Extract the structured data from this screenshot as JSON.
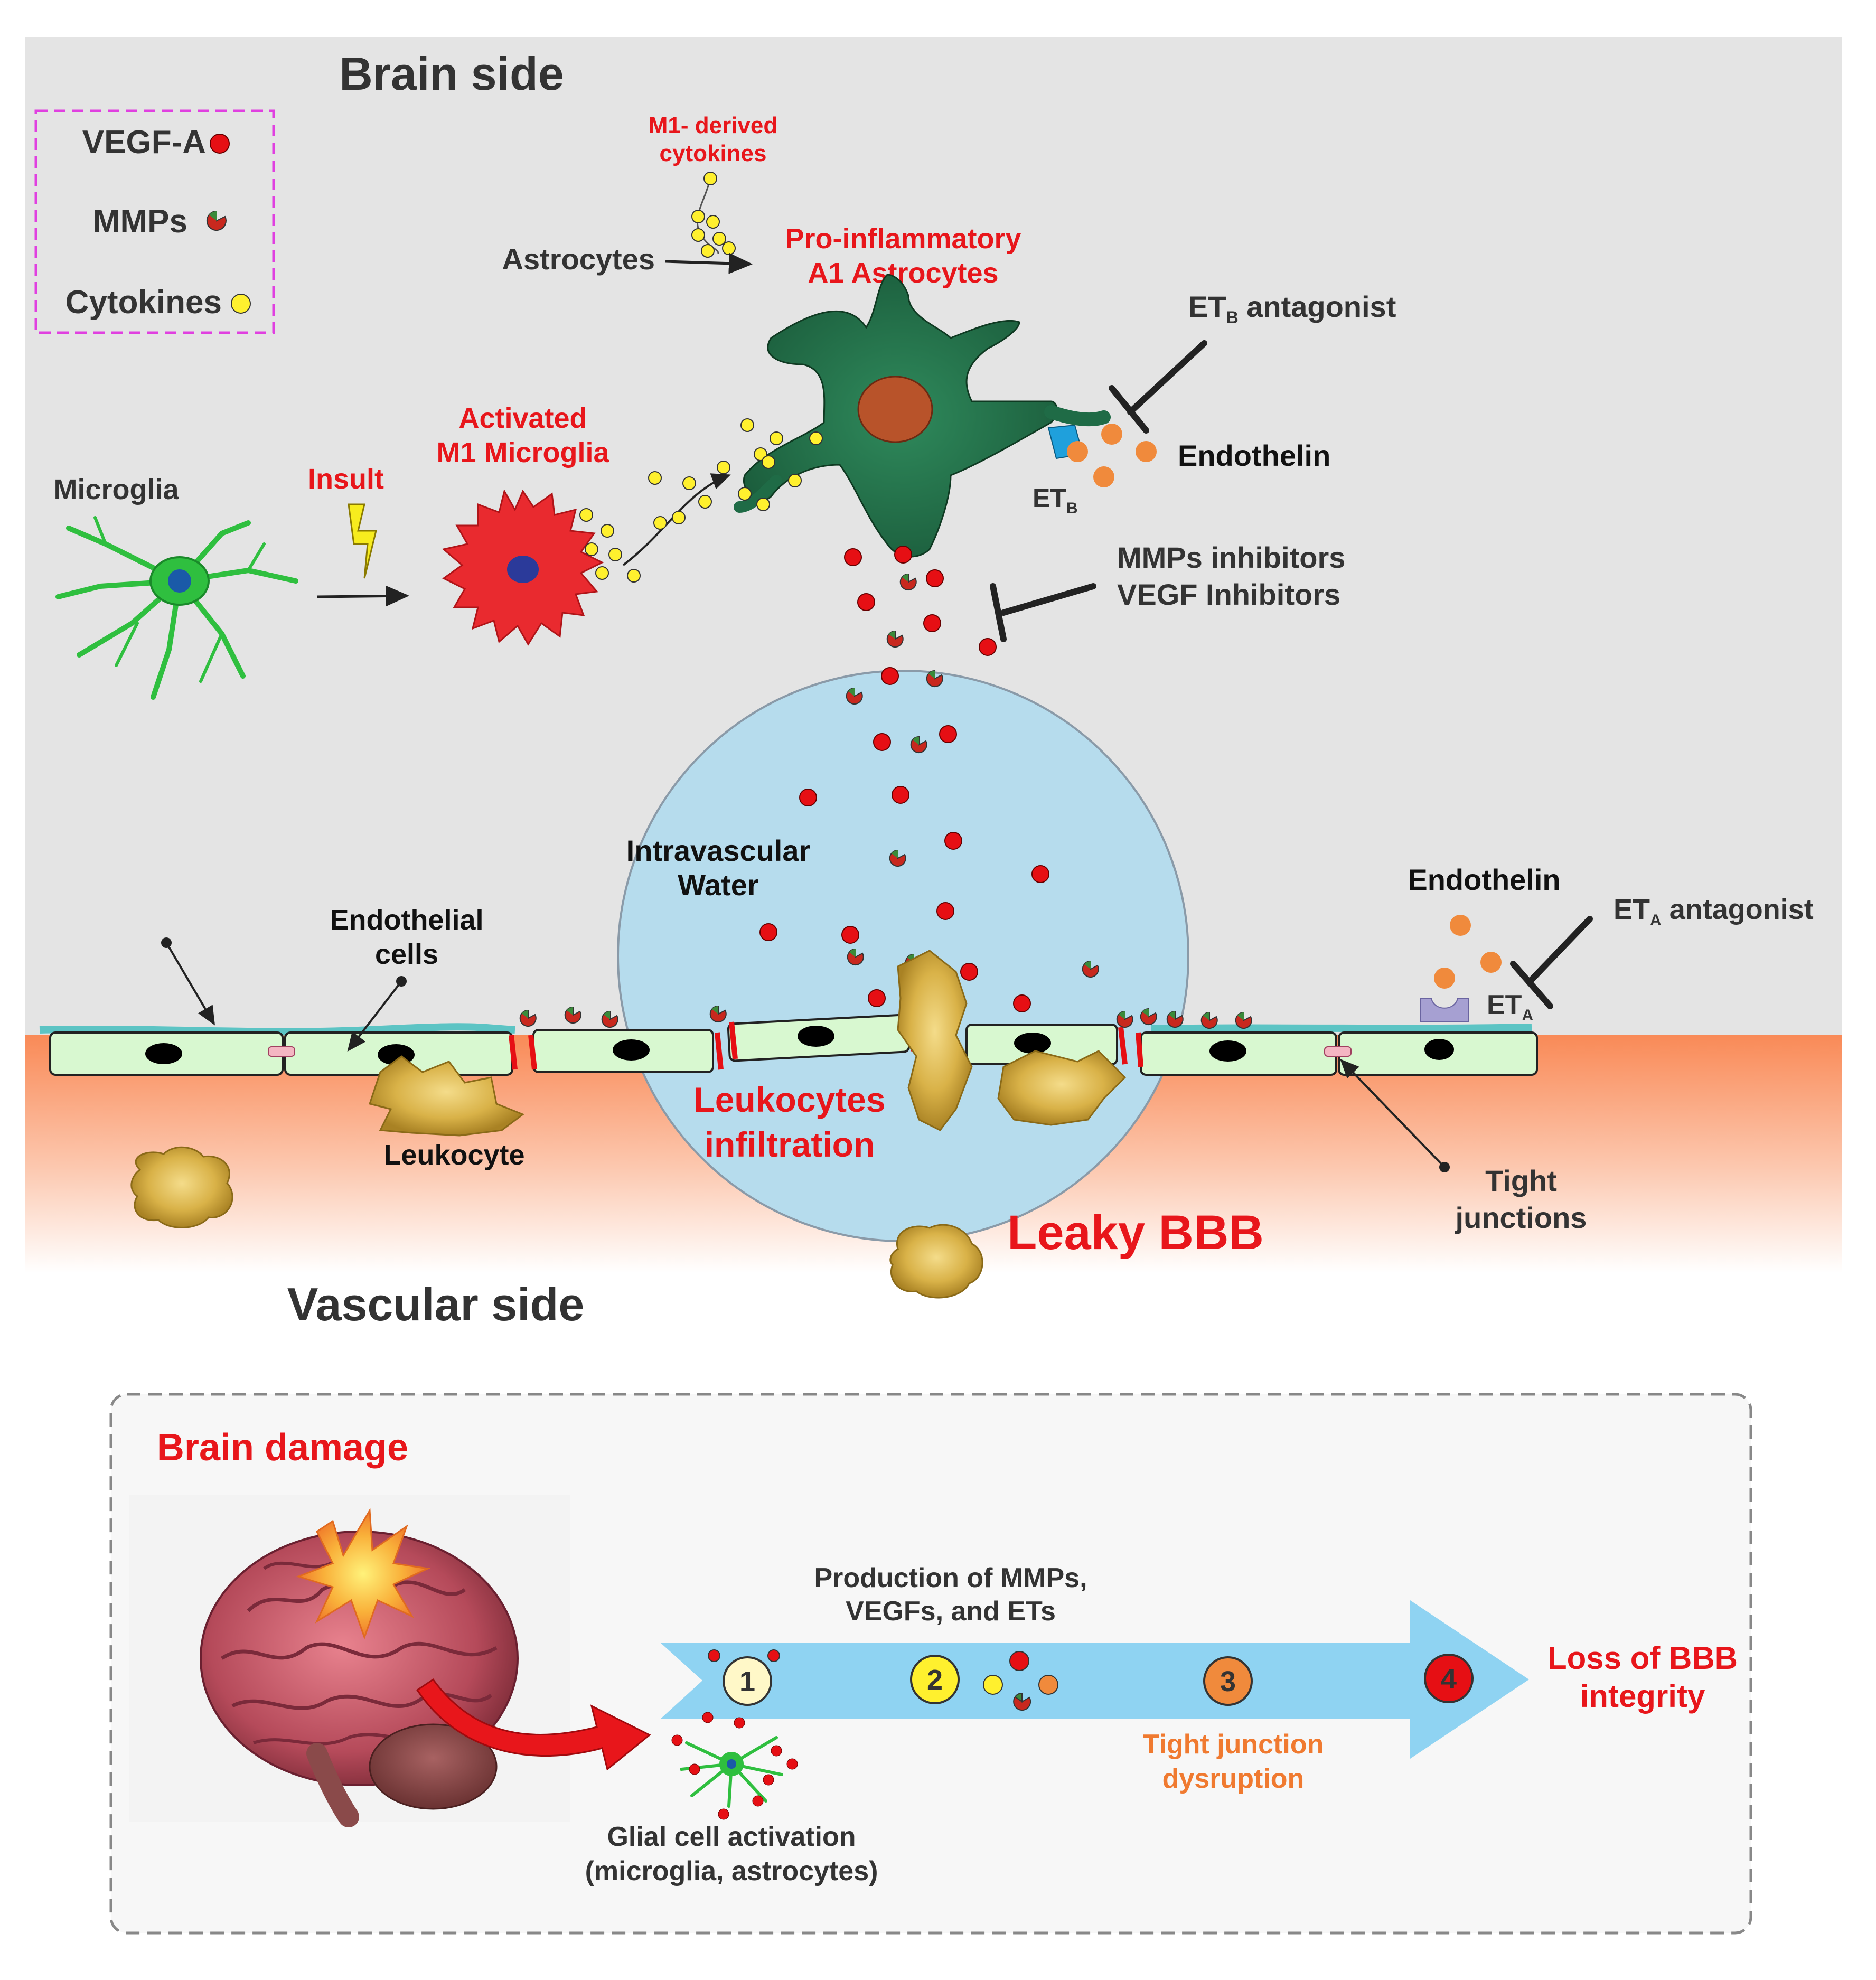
{
  "labels": {
    "brain_side": "Brain side",
    "vascular_side": "Vascular side",
    "legend_vegf": "VEGF-A",
    "legend_mmps": "MMPs",
    "legend_cytokines": "Cytokines",
    "m1_cytokines_l1": "M1- derived",
    "m1_cytokines_l2": "cytokines",
    "astrocytes": "Astrocytes",
    "proinflam_l1": "Pro-inflammatory",
    "proinflam_l2": "A1 Astrocytes",
    "etb_antagonist_pre": "ET",
    "etb_antagonist_sub": "B",
    "etb_antagonist_post": " antagonist",
    "endothelin_top": "Endothelin",
    "etb_label": "ET",
    "etb_label_sub": "B",
    "microglia": "Microglia",
    "insult": "Insult",
    "activated_l1": "Activated",
    "activated_l2": "M1 Microglia",
    "inhibitors_l1": "MMPs inhibitors",
    "inhibitors_l2": "VEGF Inhibitors",
    "intravascular_l1": "Intravascular",
    "intravascular_l2": "Water",
    "endothelial_l1": "Endothelial",
    "endothelial_l2": "cells",
    "endothelin_right": "Endothelin",
    "eta_antagonist_pre": "ET",
    "eta_antagonist_sub": "A",
    "eta_antagonist_post": " antagonist",
    "eta_label": "ET",
    "eta_label_sub": "A",
    "leukocyte": "Leukocyte",
    "leuko_infil_l1": "Leukocytes",
    "leuko_infil_l2": "infiltration",
    "tight_l1": "Tight",
    "tight_l2": "junctions",
    "leaky_bbb": "Leaky BBB",
    "brain_damage": "Brain damage",
    "production_l1": "Production of MMPs,",
    "production_l2": "VEGFs, and ETs",
    "glial_l1": "Glial cell activation",
    "glial_l2": "(microglia, astrocytes)",
    "tj_disruption_l1": "Tight junction",
    "tj_disruption_l2": "dysruption",
    "loss_l1": "Loss of BBB",
    "loss_l2": "integrity",
    "step1": "1",
    "step2": "2",
    "step3": "3",
    "step4": "4"
  },
  "colors": {
    "brain_bg": "#e4e4e4",
    "vascular_top": "#f98a57",
    "red_text": "#e8161b",
    "dark_text": "#333333",
    "legend_border": "#e040e0",
    "vegf": "#e60f14",
    "cytokine": "#fff02e",
    "endothelin": "#f08a3c",
    "cell_fill": "#d8f8d0",
    "glycocalyx": "#5cc4c4",
    "water": "#b6dced",
    "arrow_blue": "#8fd3f2",
    "astro_green": "#1f6b46",
    "microglia_red": "#e92a2f",
    "orange_text": "#f07a30"
  }
}
